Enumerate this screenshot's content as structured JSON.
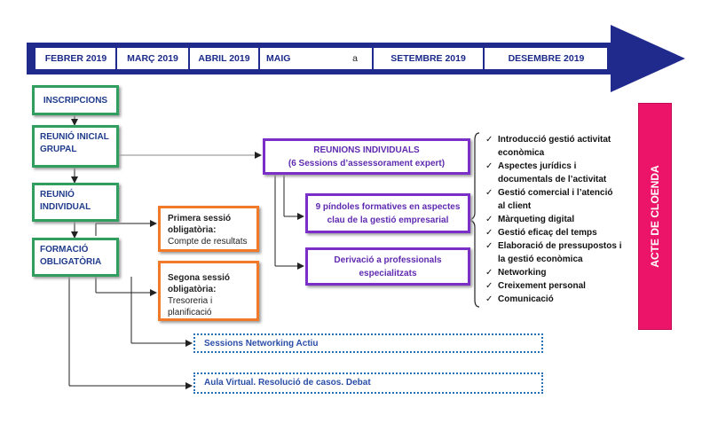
{
  "timeline": {
    "months": [
      "FEBRER 2019",
      "MARÇ 2019",
      "ABRIL 2019",
      "MAIG",
      "a",
      "SETEMBRE 2019",
      "DESEMBRE 2019"
    ]
  },
  "green_steps": {
    "inscripcions": "INSCRIPCIONS",
    "reunio_inicial": [
      "REUNIÓ INICIAL",
      "GRUPAL"
    ],
    "reunio_individual": [
      "REUNIÓ",
      "INDIVIDUAL"
    ],
    "formacio": [
      "FORMACIÓ",
      "OBLIGATÒRIA"
    ]
  },
  "orange_sessions": [
    {
      "title": [
        "Primera sessió",
        "obligatòria:"
      ],
      "body": [
        "Compte de resultats"
      ]
    },
    {
      "title": [
        "Segona sessió",
        "obligatòria:"
      ],
      "body": [
        "Tresoreria i",
        "planificació"
      ]
    }
  ],
  "purple_boxes": {
    "reunions": [
      "REUNIONS INDIVIDUALS",
      "(6 Sessions d’assessorament expert)"
    ],
    "pindoles": [
      "9 píndoles formatives en aspectes",
      "clau de la gestió empresarial"
    ],
    "derivacio": [
      "Derivació a professionals",
      "especialitzats"
    ]
  },
  "dotted_boxes": {
    "networking": "Sessions Networking Actiu",
    "aula": "Aula Virtual. Resolució de casos. Debat"
  },
  "checklist": {
    "check_glyph": "✓",
    "items": [
      [
        "Introducció gestió activitat",
        "econòmica"
      ],
      [
        "Aspectes jurídics i",
        "documentals de l’activitat"
      ],
      [
        "Gestió comercial i l’atenció",
        "al client"
      ],
      [
        "Màrqueting digital"
      ],
      [
        "Gestió eficaç del temps"
      ],
      [
        "Elaboració de pressupostos i",
        "la gestió econòmica"
      ],
      [
        "Networking"
      ],
      [
        "Creixement personal"
      ],
      [
        "Comunicació"
      ]
    ]
  },
  "closing": "ACTE DE CLOENDA",
  "colors": {
    "timeline_arrow": "#1f2a8c",
    "green": "#2f9e5e",
    "purple": "#7b2fc9",
    "orange": "#f07a2a",
    "pink": "#ec1468",
    "dotted_blue": "#2a72b6"
  }
}
